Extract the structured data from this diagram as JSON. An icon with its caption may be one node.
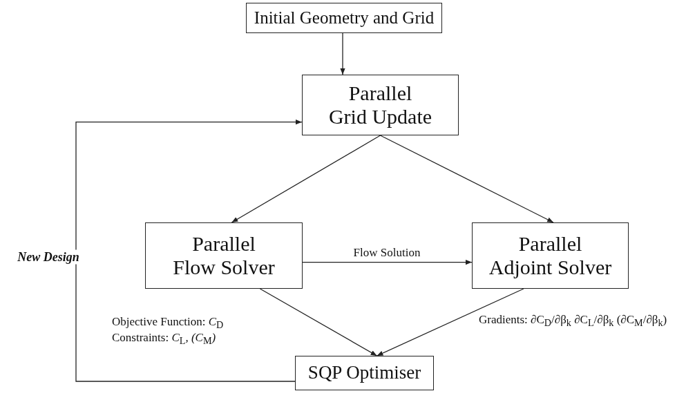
{
  "diagram": {
    "nodes": [
      {
        "text": [
          "Initial Geometry and Grid"
        ]
      },
      {
        "text": [
          "Parallel Grid Update"
        ]
      },
      {
        "text": [
          "Parallel Flow Solver"
        ],
        "beside": [
          "Objective Function: *C*$_{D}$",
          "Constraints: *C*$_{L}$*, (C*$_{M}$*)*"
        ]
      },
      {
        "text": [
          "Parallel Adjoint Solver"
        ],
        "beside": [
          "Gradients: ∂C$_{D}$/∂β$_{k}$  ∂C$_{L}$/∂β$_{k}$  (∂C$_{M}$/∂β$_{k}$)"
        ]
      },
      {
        "text": [
          "SQP Optimiser"
        ]
      }
    ],
    "edges": [
      {
        "from": 0,
        "to": 1,
        "arrow": "to"
      },
      {
        "from": 1,
        "to": 2,
        "arrow": "to"
      },
      {
        "from": 1,
        "to": 3,
        "arrow": "to"
      },
      {
        "from": 2,
        "to": 3,
        "arrow": "to",
        "label": "Flow Solution"
      },
      {
        "from": 2,
        "to": 4,
        "arrow": "to"
      },
      {
        "from": 3,
        "to": 4,
        "arrow": "to"
      },
      {
        "from": 4,
        "to": 1,
        "arrow": "to",
        "label": "New Design"
      }
    ]
  }
}
